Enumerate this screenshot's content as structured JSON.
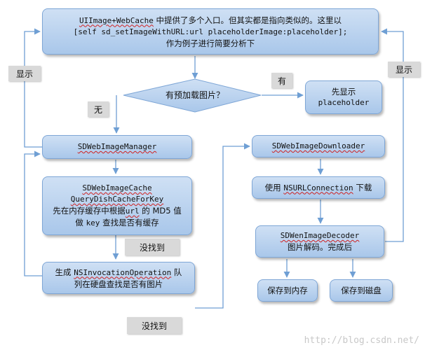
{
  "top_box": {
    "line1_code": "UIImage+WebCache",
    "line1_text": " 中提供了多个入口。但其实都是指向类似的。这里以",
    "line2_code": "[self sd_setImageWithURL:url placeholderImage:placeholder];",
    "line3": "作为例子进行简要分析下"
  },
  "decision": {
    "label": "有预加载图片？"
  },
  "labels": {
    "yes": "有",
    "no": "无",
    "show_left": "显示",
    "show_right": "显示",
    "not_found_1": "没找到",
    "not_found_2": "没找到"
  },
  "placeholder_box": {
    "line1": "先显示",
    "line2": "placeholder"
  },
  "manager_box": {
    "label": "SDWebImageManager"
  },
  "cache_box": {
    "line1": "SDWebImageCache",
    "line2": "QueryDishCacheForKey",
    "line3a": "先在内存缓存中根据",
    "line3b": "url",
    "line3c": " 的 MD5 值",
    "line4a": "做 ",
    "line4b": "key",
    "line4c": " 查找是否有缓存"
  },
  "operation_box": {
    "line1a": "生成 ",
    "line1b": "NSInvocationOperation",
    "line1c": " 队",
    "line2": "列在硬盘查找是否有图片"
  },
  "downloader_box": {
    "label": "SDWebImageDownloader"
  },
  "connection_box": {
    "a": "使用 ",
    "b": "NSURLConnection",
    "c": " 下载"
  },
  "decoder_box": {
    "line1": "SDWenImageDecoder",
    "line2": "图片解码。完成后"
  },
  "save_memory_box": {
    "label": "保存到内存"
  },
  "save_disk_box": {
    "label": "保存到磁盘"
  },
  "watermark": "http://blog.csdn.net/",
  "colors": {
    "box_fill_top": "#cfe0f4",
    "box_fill_bottom": "#a9c7ea",
    "box_border": "#7ea6d6",
    "connector": "#6f9fd4",
    "label_fill": "#d9d9d9"
  }
}
